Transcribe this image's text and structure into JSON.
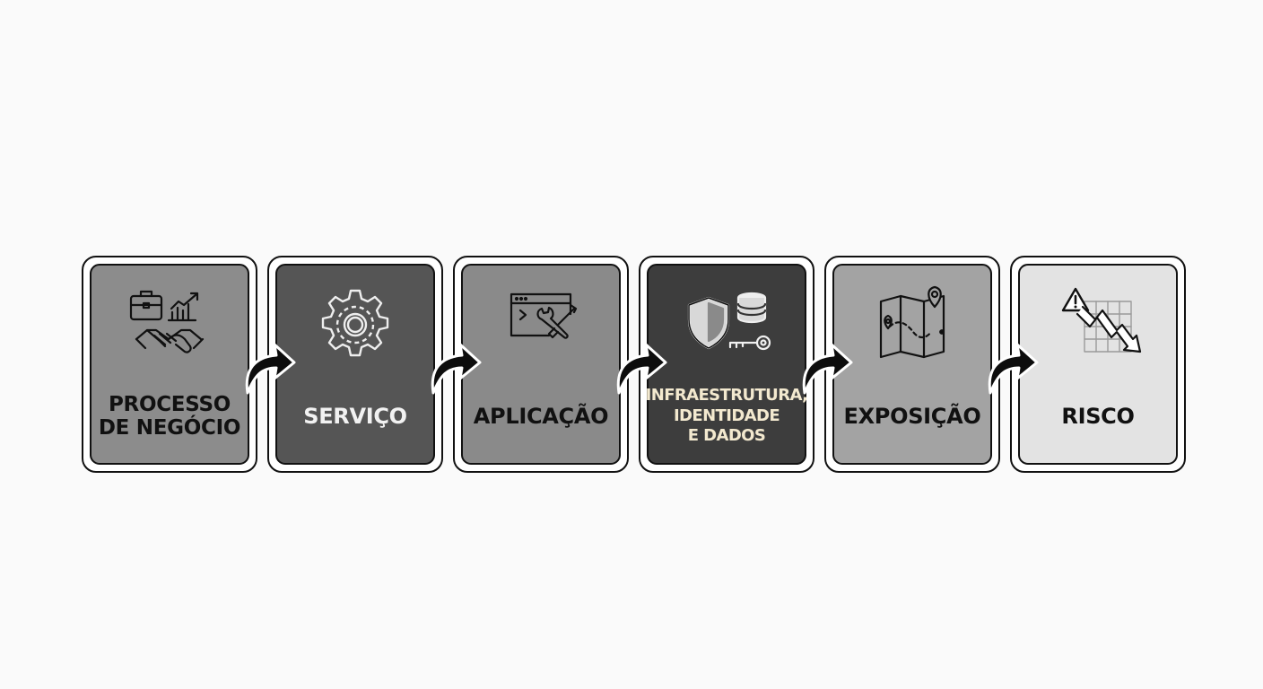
{
  "steps": [
    {
      "label": "PROCESSO\nDE NEGÓCIO",
      "icon": "briefcase-handshake-chart-icon",
      "fill": "#8c8c8c",
      "text_color": "#111111"
    },
    {
      "label": "SERVIÇO",
      "icon": "gear-icon",
      "fill": "#555555",
      "text_color": "#f2f2f2"
    },
    {
      "label": "APLICAÇÃO",
      "icon": "app-window-tools-icon",
      "fill": "#8a8a8a",
      "text_color": "#111111"
    },
    {
      "label": "INFRAESTRUTURA,\nIDENTIDADE\nE DADOS",
      "icon": "shield-database-key-icon",
      "fill": "#3d3d3d",
      "text_color": "#f3e9cf"
    },
    {
      "label": "EXPOSIÇÃO",
      "icon": "map-pins-icon",
      "fill": "#a3a3a3",
      "text_color": "#111111"
    },
    {
      "label": "RISCO",
      "icon": "warning-declining-chart-icon",
      "fill": "#e3e3e3",
      "text_color": "#111111"
    }
  ],
  "connector_icon": "curved-arrow-right-icon"
}
